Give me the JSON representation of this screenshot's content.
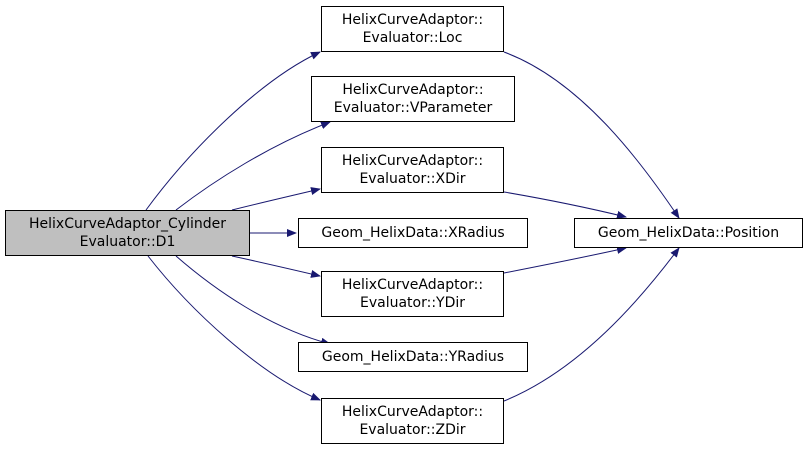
{
  "colors": {
    "edge": "#191970",
    "node_border": "#000000",
    "root_fill": "#bfbfbf",
    "node_fill": "#ffffff"
  },
  "nodes": {
    "d1": {
      "line1": "HelixCurveAdaptor_Cylinder",
      "line2": "Evaluator::D1"
    },
    "loc": {
      "line1": "HelixCurveAdaptor::",
      "line2": "Evaluator::Loc"
    },
    "vparameter": {
      "line1": "HelixCurveAdaptor::",
      "line2": "Evaluator::VParameter"
    },
    "xdir": {
      "line1": "HelixCurveAdaptor::",
      "line2": "Evaluator::XDir"
    },
    "xradius": {
      "line1": "Geom_HelixData::XRadius"
    },
    "ydir": {
      "line1": "HelixCurveAdaptor::",
      "line2": "Evaluator::YDir"
    },
    "yradius": {
      "line1": "Geom_HelixData::YRadius"
    },
    "zdir": {
      "line1": "HelixCurveAdaptor::",
      "line2": "Evaluator::ZDir"
    },
    "position": {
      "line1": "Geom_HelixData::Position"
    }
  },
  "edges": [
    [
      "d1",
      "loc"
    ],
    [
      "d1",
      "vparameter"
    ],
    [
      "d1",
      "xdir"
    ],
    [
      "d1",
      "xradius"
    ],
    [
      "d1",
      "ydir"
    ],
    [
      "d1",
      "yradius"
    ],
    [
      "d1",
      "zdir"
    ],
    [
      "loc",
      "position"
    ],
    [
      "xdir",
      "position"
    ],
    [
      "ydir",
      "position"
    ],
    [
      "zdir",
      "position"
    ]
  ]
}
